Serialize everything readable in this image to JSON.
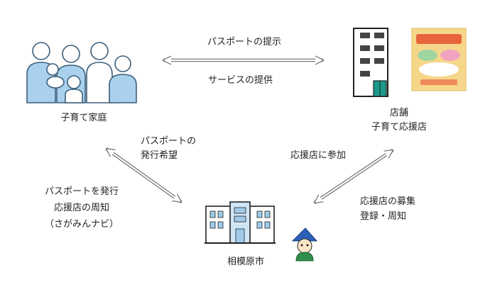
{
  "colors": {
    "arrow_stroke": "#6b6b6b",
    "people_fill": "#a9d0ec",
    "people_line": "#3d5f7a",
    "building_line": "#222222",
    "building_window": "#444444",
    "building_accent": "#1a9a8a",
    "city_fill": "#cfe6f6",
    "city_door": "#9fcaea",
    "flyer_bg": "#f6d78a",
    "mascot_hat": "#2c5fb8",
    "mascot_body": "#2f8f4a"
  },
  "icons": {
    "family": "family-group-icon",
    "shop": "shop-building-icon",
    "flyer": "campaign-flyer-icon",
    "city": "city-hall-building-icon",
    "mascot": "city-mascot-icon"
  },
  "nodes": {
    "family": {
      "label": "子育て家庭"
    },
    "shop": {
      "line1": "店舗",
      "line2": "子育て応援店"
    },
    "city": {
      "label": "相模原市"
    }
  },
  "flows": {
    "top_upper": "パスポートの提示",
    "top_lower": "サービスの提供",
    "left_inner_1": "パスポートの",
    "left_inner_2": "発行希望",
    "left_outer_1": "パスポートを発行",
    "left_outer_2": "応援店の周知",
    "left_outer_3": "（さがみんナビ）",
    "right_inner": "応援店に参加",
    "right_outer_1": "応援店の募集",
    "right_outer_2": "登録・周知"
  }
}
